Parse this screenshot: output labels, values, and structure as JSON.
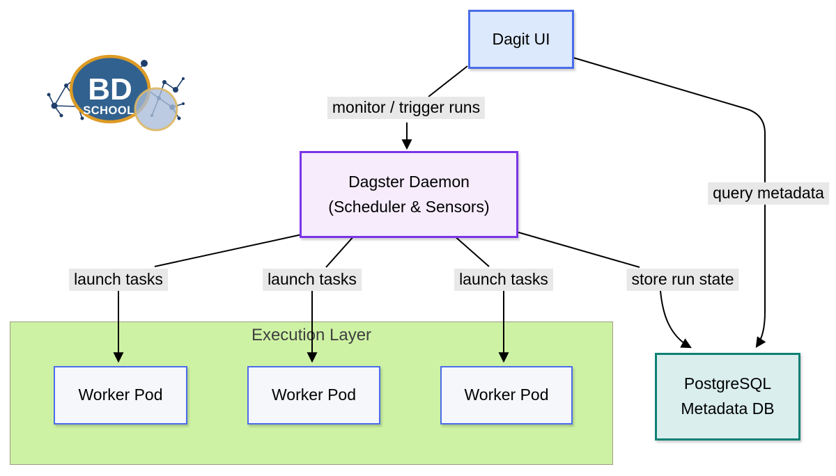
{
  "logo": {
    "text_top": "BD",
    "text_bottom": "SCHOOL"
  },
  "nodes": {
    "dagit": {
      "label": "Dagit UI"
    },
    "daemon": {
      "line1": "Dagster Daemon",
      "line2": "(Scheduler & Sensors)"
    },
    "execution_layer": {
      "title": "Execution Layer"
    },
    "worker_pods": [
      {
        "label": "Worker Pod"
      },
      {
        "label": "Worker Pod"
      },
      {
        "label": "Worker Pod"
      }
    ],
    "postgres": {
      "line1": "PostgreSQL",
      "line2": "Metadata DB"
    }
  },
  "edge_labels": {
    "monitor": "monitor / trigger runs",
    "launch_tasks": [
      "launch tasks",
      "launch tasks",
      "launch tasks"
    ],
    "store": "store run state",
    "query": "query metadata"
  },
  "colors": {
    "dagit-fill": "#dce9fc",
    "dagit-border": "#4a6cea",
    "daemon-fill": "#f6ecfc",
    "daemon-border": "#7b33e8",
    "pod-fill": "#f5f7fb",
    "pod-border": "#4a6cea",
    "green-fill": "#cdf2a4",
    "green-border": "#9e9c84",
    "pg-fill": "#d9eeed",
    "pg-border": "#0d8174",
    "label-bg": "#e8e8e8",
    "edge": "#000000",
    "exec-title": "#404040",
    "logo-blue": "#31618f",
    "logo-ring": "#dd9b25",
    "logo-navy": "#1f3f6b",
    "logo-light": "#a9bdd9",
    "logo-light-ring": "#ddb765"
  }
}
